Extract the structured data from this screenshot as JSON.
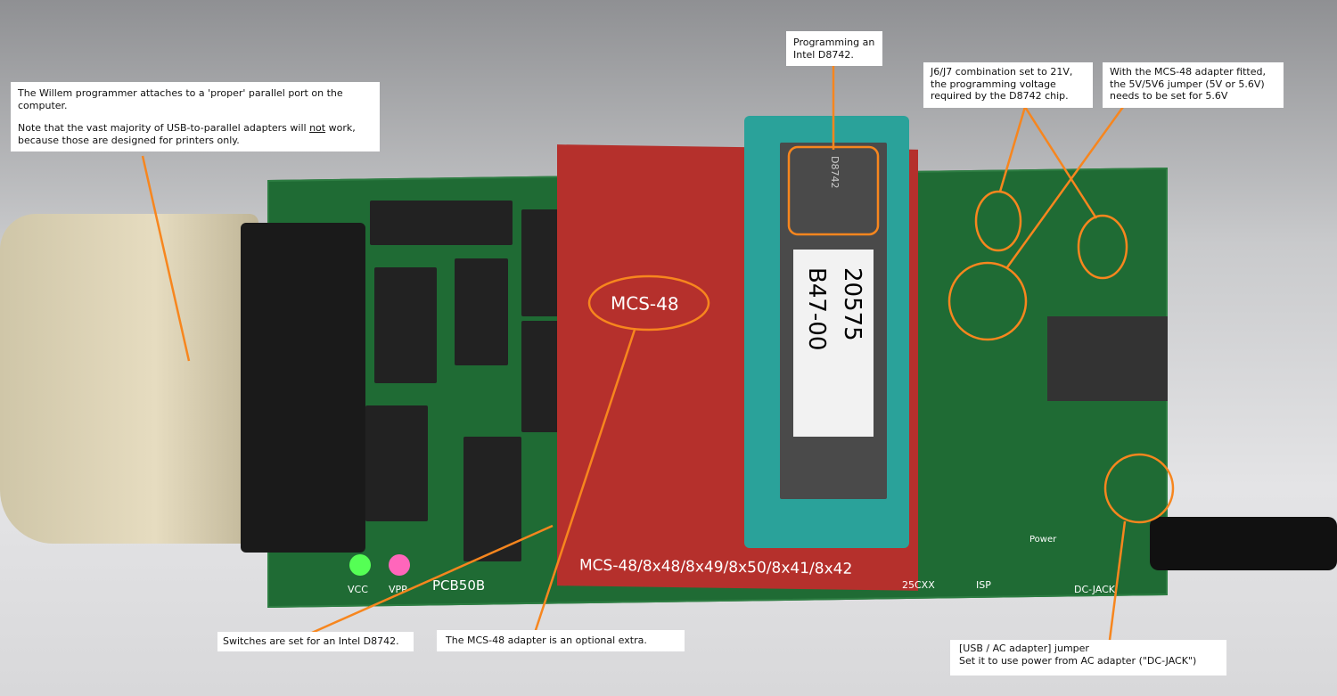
{
  "callouts": {
    "parallel_port": {
      "line1": "The Willem programmer attaches to a 'proper' parallel port on the computer.",
      "line2_pre": "Note that the vast majority of USB-to-parallel adapters will ",
      "line2_em": "not",
      "line2_post": " work, because those are designed for printers only."
    },
    "programming": "Programming an Intel D8742.",
    "j6j7": "J6/J7 combination set to 21V, the programming voltage required by the D8742 chip.",
    "jumper_5v6": "With the MCS-48 adapter fitted, the 5V/5V6 jumper (5V or 5.6V) needs to be set for 5.6V",
    "switches": "Switches are set for an Intel D8742.",
    "mcs48": "The MCS-48 adapter is an optional extra.",
    "usb_ac_line1": "[USB / AC adapter] jumper",
    "usb_ac_line2": "Set it to use power from AC adapter (\"DC-JACK\")"
  },
  "board_labels": {
    "adapter": "MCS-48",
    "adapter_footer": "MCS-48/8x48/8x49/8x50/8x41/8x42",
    "chip_label_1": "20575",
    "chip_label_2": "B47-00",
    "chip_marking": "D8742",
    "vcc": "VCC",
    "vpp": "VPP",
    "pcb": "PCB50B",
    "dc_jack": "DC-JACK",
    "isp": "ISP",
    "power": "Power",
    "cxx": "25CXX"
  },
  "colors": {
    "annotation": "#f7861e",
    "pcb": "#1f6b34",
    "adapter": "#b5302c",
    "socket": "#2aa29a"
  }
}
